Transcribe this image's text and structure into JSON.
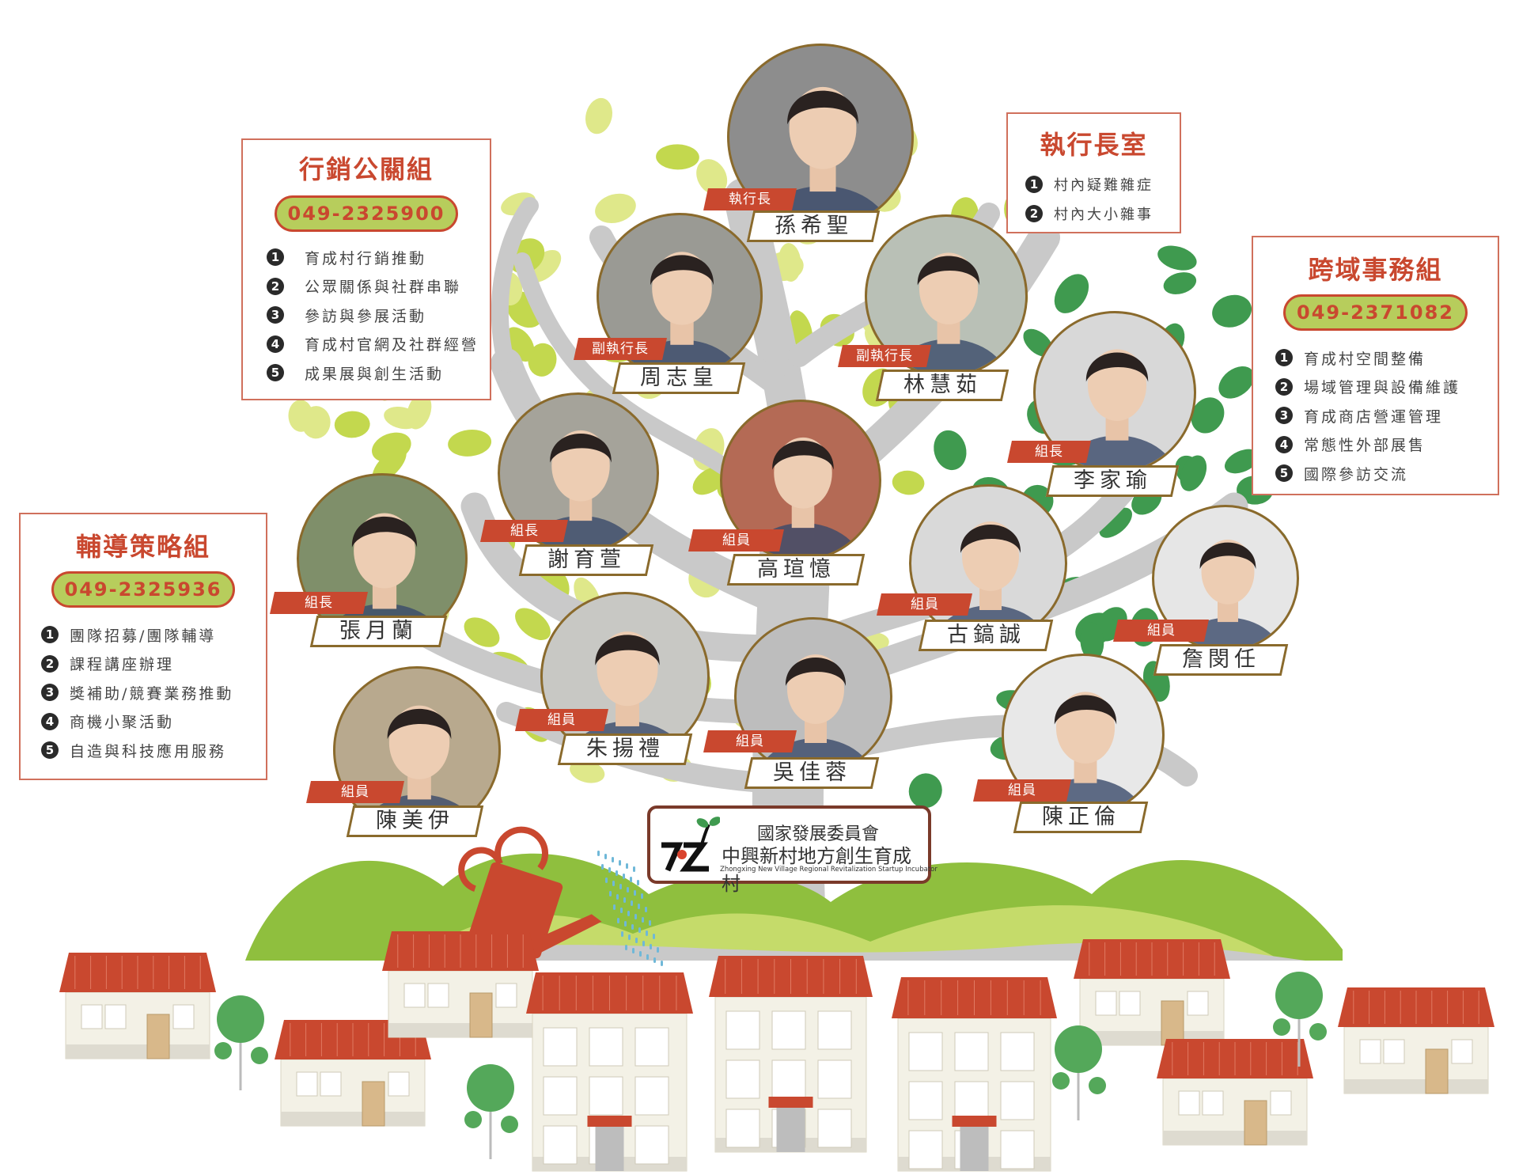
{
  "colors": {
    "accent": "#c9482f",
    "pill": "#b7cd5c",
    "leaf_light": "#c3d84e",
    "leaf_dark": "#3f9a4f",
    "trunk": "#c9c9c9",
    "frame": "#8a6a2c"
  },
  "groups": {
    "marketing": {
      "title": "行銷公關組",
      "phone": "049-2325900",
      "items": [
        "育成村行銷推動",
        "公眾關係與社群串聯",
        "參訪與參展活動",
        "育成村官網及社群經營",
        "成果展與創生活動"
      ]
    },
    "ceo_office": {
      "title": "執行長室",
      "items": [
        "村內疑難雜症",
        "村內大小雜事"
      ]
    },
    "cross_domain": {
      "title": "跨域事務組",
      "phone": "049-2371082",
      "items": [
        "育成村空間整備",
        "場域管理與設備維護",
        "育成商店營運管理",
        "常態性外部展售",
        "國際參訪交流"
      ]
    },
    "coaching": {
      "title": "輔導策略組",
      "phone": "049-2325936",
      "items": [
        "團隊招募/團隊輔導",
        "課程講座辦理",
        "獎補助/競賽業務推動",
        "商機小聚活動",
        "自造與科技應用服務"
      ]
    }
  },
  "people": [
    {
      "name": "孫希聖",
      "role": "執行長"
    },
    {
      "name": "周志皇",
      "role": "副執行長"
    },
    {
      "name": "林慧茹",
      "role": "副執行長"
    },
    {
      "name": "李家瑜",
      "role": "組長"
    },
    {
      "name": "謝育萱",
      "role": "組長"
    },
    {
      "name": "高瑄憶",
      "role": "組員"
    },
    {
      "name": "張月蘭",
      "role": "組長"
    },
    {
      "name": "古鎬誠",
      "role": "組員"
    },
    {
      "name": "詹閔任",
      "role": "組員"
    },
    {
      "name": "朱揚禮",
      "role": "組員"
    },
    {
      "name": "吳佳蓉",
      "role": "組員"
    },
    {
      "name": "陳美伊",
      "role": "組員"
    },
    {
      "name": "陳正倫",
      "role": "組員"
    }
  ],
  "logo": {
    "mark": "7Z",
    "line1": "國家發展委員會",
    "line2": "中興新村地方創生育成村",
    "line3": "Zhongxing New Village Regional Revitalization Startup Incubator"
  }
}
